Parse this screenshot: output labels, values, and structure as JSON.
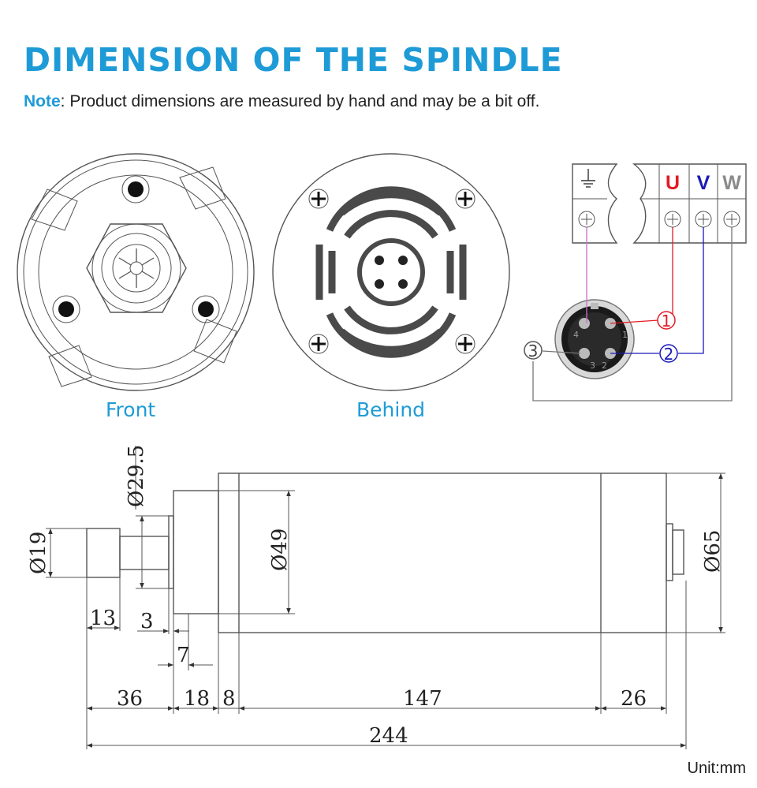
{
  "header": {
    "title": "DIMENSION OF THE SPINDLE",
    "note_label": "Note",
    "note_text": ": Product dimensions are measured by hand and may be a bit off."
  },
  "views": {
    "front_label": "Front",
    "behind_label": "Behind"
  },
  "wiring": {
    "terminals": {
      "u": "U",
      "v": "V",
      "w": "W"
    },
    "callouts": {
      "one": "1",
      "two": "2",
      "three": "3"
    },
    "pins": {
      "p1": "1",
      "p2": "2",
      "p3": "3",
      "p4": "4"
    },
    "colors": {
      "u": "#e31b23",
      "v": "#1a1ab8",
      "w": "#8a8a8a",
      "ground": "#c86ec8"
    }
  },
  "dimensions": {
    "d29_5": "Ø29.5",
    "d19": "Ø19",
    "d49": "Ø49",
    "d65": "Ø65",
    "l13": "13",
    "l3": "3",
    "l7": "7",
    "l36": "36",
    "l18": "18",
    "l8": "8",
    "l147": "147",
    "l26": "26",
    "l244": "244"
  },
  "unit": "Unit:mm",
  "accent_color": "#1e9bd7"
}
